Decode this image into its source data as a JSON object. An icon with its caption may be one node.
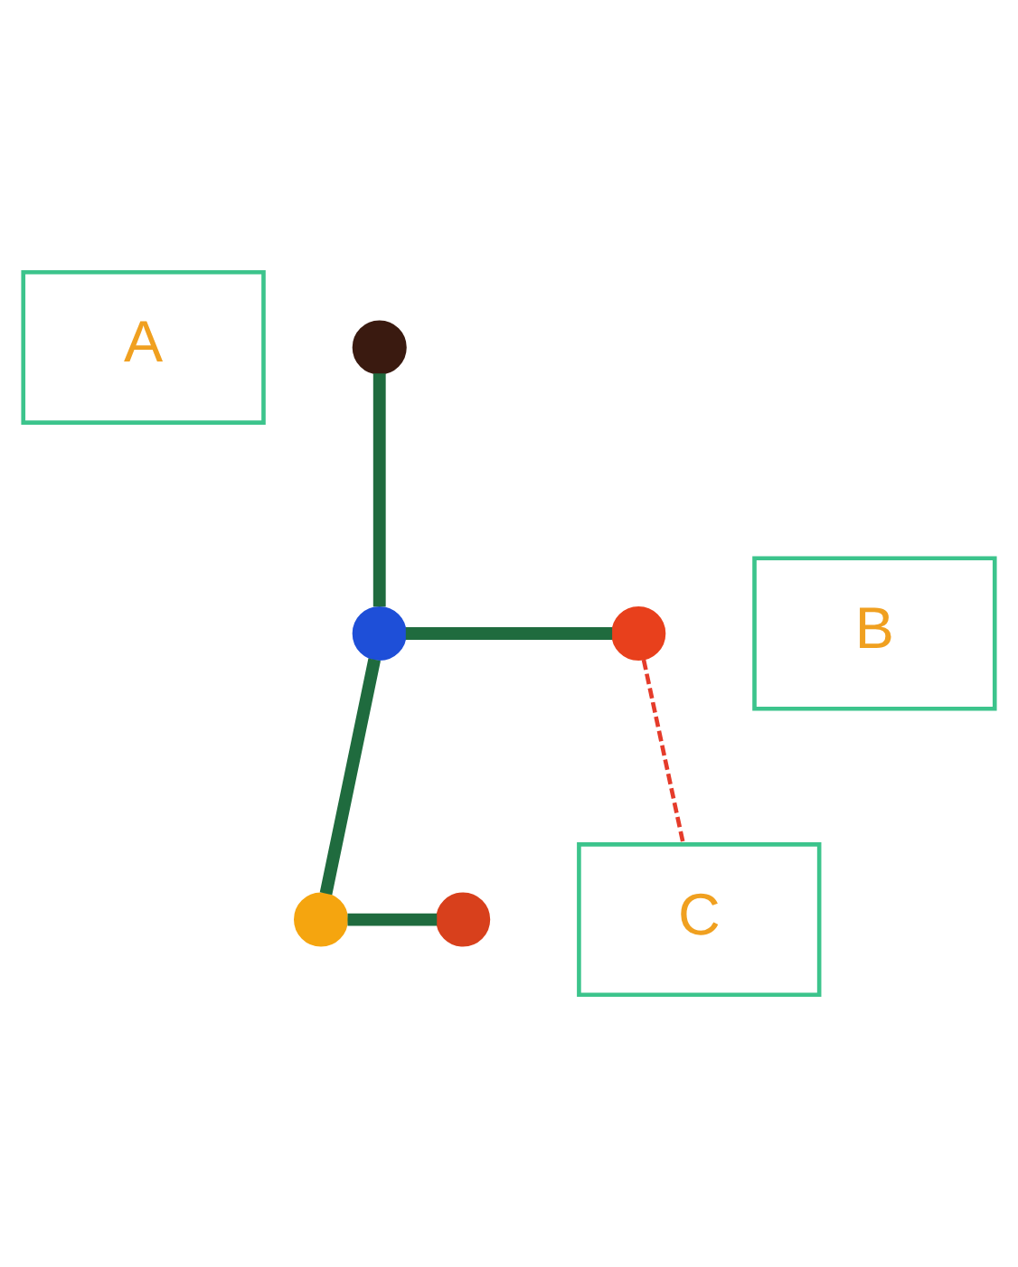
{
  "diagram": {
    "nodes": [
      {
        "text": [
          "A"
        ]
      },
      {
        "text": [],
        "shape": "circle"
      },
      {
        "text": [
          "B"
        ]
      },
      {
        "text": [],
        "shape": "circle"
      },
      {
        "text": [],
        "shape": "circle"
      },
      {
        "text": [
          "C"
        ]
      },
      {
        "text": [],
        "shape": "circle"
      },
      {
        "text": [],
        "shape": "circle"
      }
    ],
    "edges": [
      {
        "from": 1,
        "to": 3,
        "arrow": "none"
      },
      {
        "from": 3,
        "to": 4,
        "arrow": "none"
      },
      {
        "from": 3,
        "to": 6,
        "arrow": "none"
      },
      {
        "from": 6,
        "to": 7,
        "arrow": "none"
      },
      {
        "from": 4,
        "to": 5,
        "arrow": "none",
        "style": "dashed",
        "color": "#e53b2a"
      }
    ]
  }
}
